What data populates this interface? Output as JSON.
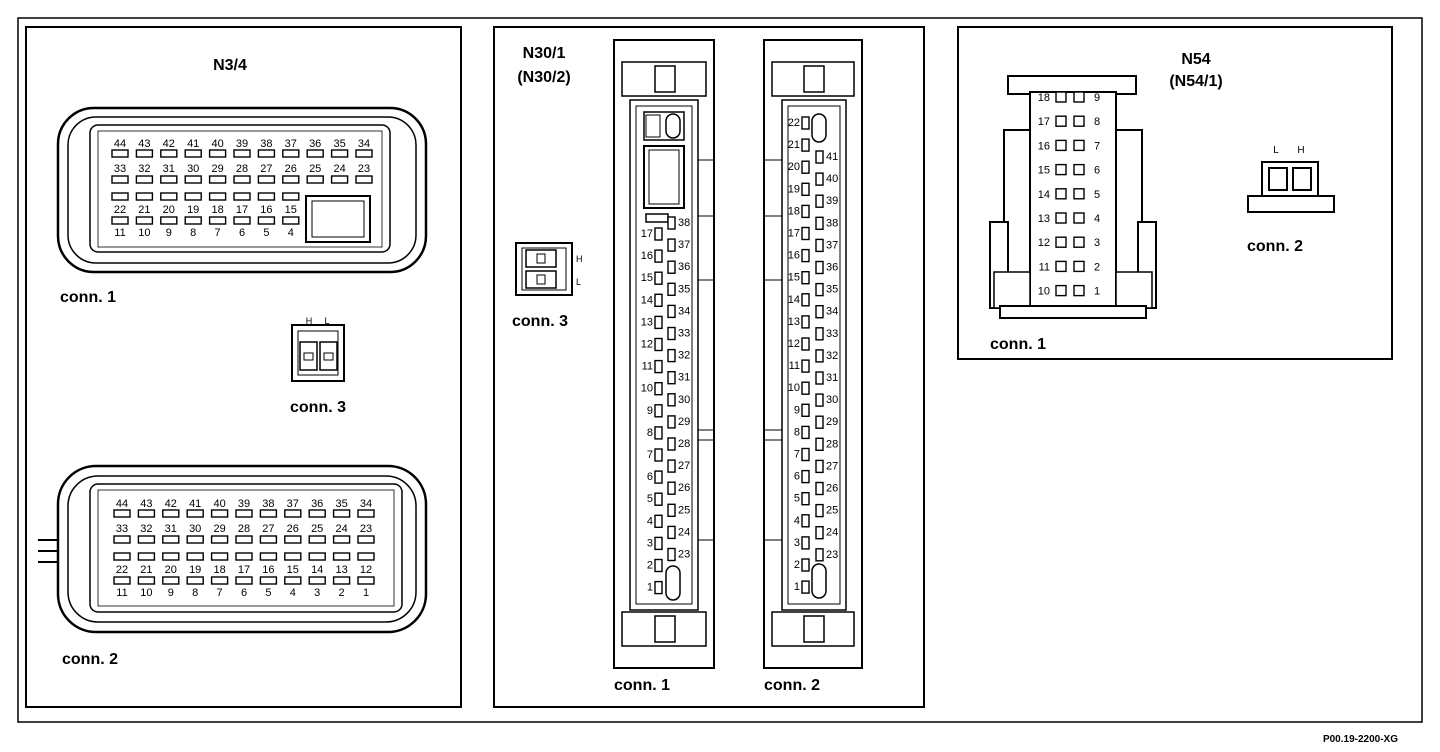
{
  "panels": {
    "n34": {
      "title": "N3/4",
      "conn1": {
        "label": "conn. 1",
        "rows": [
          [
            "44",
            "43",
            "42",
            "41",
            "40",
            "39",
            "38",
            "37",
            "36",
            "35",
            "34"
          ],
          [
            "33",
            "32",
            "31",
            "30",
            "29",
            "28",
            "27",
            "26",
            "25",
            "24",
            "23"
          ],
          [
            "22",
            "21",
            "20",
            "19",
            "18",
            "17",
            "16",
            "15"
          ],
          [
            "11",
            "10",
            "9",
            "8",
            "7",
            "6",
            "5",
            "4"
          ]
        ]
      },
      "conn2": {
        "label": "conn. 2",
        "rows": [
          [
            "44",
            "43",
            "42",
            "41",
            "40",
            "39",
            "38",
            "37",
            "36",
            "35",
            "34"
          ],
          [
            "33",
            "32",
            "31",
            "30",
            "29",
            "28",
            "27",
            "26",
            "25",
            "24",
            "23"
          ],
          [
            "22",
            "21",
            "20",
            "19",
            "18",
            "17",
            "16",
            "15",
            "14",
            "13",
            "12"
          ],
          [
            "11",
            "10",
            "9",
            "8",
            "7",
            "6",
            "5",
            "4",
            "3",
            "2",
            "1"
          ]
        ]
      },
      "conn3": {
        "label": "conn. 3",
        "pins": [
          "H",
          "L"
        ]
      }
    },
    "n30": {
      "title": "N30/1",
      "subtitle": "(N30/2)",
      "conn1": {
        "label": "conn. 1",
        "left": [
          "17",
          "16",
          "15",
          "14",
          "13",
          "12",
          "11",
          "10",
          "9",
          "8",
          "7",
          "6",
          "5",
          "4",
          "3",
          "2",
          "1"
        ],
        "right": [
          "38",
          "37",
          "36",
          "35",
          "34",
          "33",
          "32",
          "31",
          "30",
          "29",
          "28",
          "27",
          "26",
          "25",
          "24",
          "23"
        ]
      },
      "conn2": {
        "label": "conn. 2",
        "left": [
          "22",
          "21",
          "20",
          "19",
          "18",
          "17",
          "16",
          "15",
          "14",
          "13",
          "12",
          "11",
          "10",
          "9",
          "8",
          "7",
          "6",
          "5",
          "4",
          "3",
          "2",
          "1"
        ],
        "right": [
          "41",
          "40",
          "39",
          "38",
          "37",
          "36",
          "35",
          "34",
          "33",
          "32",
          "31",
          "30",
          "29",
          "28",
          "27",
          "26",
          "25",
          "24",
          "23"
        ]
      },
      "conn3": {
        "label": "conn. 3",
        "pins": [
          "H",
          "L"
        ]
      }
    },
    "n54": {
      "title": "N54",
      "subtitle": "(N54/1)",
      "conn1": {
        "label": "conn. 1",
        "left": [
          "18",
          "17",
          "16",
          "15",
          "14",
          "13",
          "12",
          "11",
          "10"
        ],
        "right": [
          "9",
          "8",
          "7",
          "6",
          "5",
          "4",
          "3",
          "2",
          "1"
        ]
      },
      "conn2": {
        "label": "conn. 2",
        "pins": [
          "L",
          "H"
        ]
      }
    }
  },
  "footer": {
    "code": "P00.19-2200-XG"
  }
}
